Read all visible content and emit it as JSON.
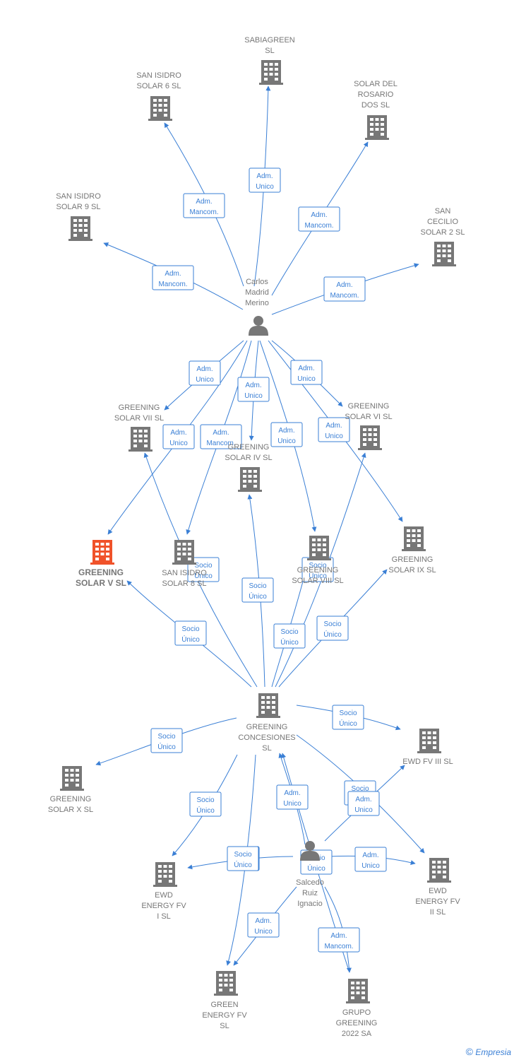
{
  "colors": {
    "edge": "#3a7fd5",
    "node": "#777777",
    "focus": "#f0522a"
  },
  "footer": {
    "symbol": "©",
    "brand": "Empresia"
  },
  "nodes": [
    {
      "id": "sabiagreen",
      "type": "company",
      "lines": [
        "SABIAGREEN",
        "SL"
      ]
    },
    {
      "id": "sanisidro6",
      "type": "company",
      "lines": [
        "SAN ISIDRO",
        "SOLAR 6  SL"
      ]
    },
    {
      "id": "solarrosario",
      "type": "company",
      "lines": [
        "SOLAR DEL",
        "ROSARIO",
        "DOS  SL"
      ]
    },
    {
      "id": "sanisidro9",
      "type": "company",
      "lines": [
        "SAN ISIDRO",
        "SOLAR 9  SL"
      ]
    },
    {
      "id": "sancecilio",
      "type": "company",
      "lines": [
        "SAN",
        "CECILIO",
        "SOLAR 2  SL"
      ]
    },
    {
      "id": "carlos",
      "type": "person",
      "lines": [
        "Carlos",
        "Madrid",
        "Merino"
      ]
    },
    {
      "id": "gsvii",
      "type": "company",
      "lines": [
        "GREENING",
        "SOLAR VII  SL"
      ]
    },
    {
      "id": "gsvi",
      "type": "company",
      "lines": [
        "GREENING",
        "SOLAR VI  SL"
      ]
    },
    {
      "id": "gsiv",
      "type": "company",
      "lines": [
        "GREENING",
        "SOLAR IV  SL"
      ]
    },
    {
      "id": "gsv",
      "type": "company",
      "focus": true,
      "lines": [
        "GREENING",
        "SOLAR V  SL"
      ]
    },
    {
      "id": "sanisidro8",
      "type": "company",
      "lines": [
        "SAN ISIDRO",
        "SOLAR 8  SL"
      ]
    },
    {
      "id": "gsviii",
      "type": "company",
      "lines": [
        "GREENING",
        "SOLAR VIII  SL"
      ]
    },
    {
      "id": "gsix",
      "type": "company",
      "lines": [
        "GREENING",
        "SOLAR IX  SL"
      ]
    },
    {
      "id": "concesiones",
      "type": "company",
      "lines": [
        "GREENING",
        "CONCESIONES",
        "SL"
      ]
    },
    {
      "id": "ewdfv3",
      "type": "company",
      "lines": [
        "EWD FV III  SL"
      ]
    },
    {
      "id": "gsx",
      "type": "company",
      "lines": [
        "GREENING",
        "SOLAR X  SL"
      ]
    },
    {
      "id": "ewdfv1",
      "type": "company",
      "lines": [
        "EWD",
        "ENERGY FV",
        "I  SL"
      ]
    },
    {
      "id": "ewdfv2",
      "type": "company",
      "lines": [
        "EWD",
        "ENERGY FV",
        "II  SL"
      ]
    },
    {
      "id": "salcedo",
      "type": "person",
      "lines": [
        "Salcedo",
        "Ruiz",
        "Ignacio"
      ]
    },
    {
      "id": "greenfv",
      "type": "company",
      "lines": [
        "GREEN",
        "ENERGY FV",
        "SL"
      ]
    },
    {
      "id": "grupo",
      "type": "company",
      "lines": [
        "GRUPO",
        "GREENING",
        "2022 SA"
      ]
    }
  ],
  "edges": [
    {
      "id": "e1",
      "from": "carlos",
      "to": "sabiagreen",
      "label": [
        "Adm.",
        "Unico"
      ]
    },
    {
      "id": "e2",
      "from": "carlos",
      "to": "sanisidro6",
      "label": [
        "Adm.",
        "Mancom."
      ]
    },
    {
      "id": "e3",
      "from": "carlos",
      "to": "solarrosario",
      "label": [
        "Adm.",
        "Mancom."
      ]
    },
    {
      "id": "e4",
      "from": "carlos",
      "to": "sanisidro9",
      "label": [
        "Adm.",
        "Mancom."
      ]
    },
    {
      "id": "e5",
      "from": "carlos",
      "to": "sancecilio",
      "label": [
        "Adm.",
        "Mancom."
      ]
    },
    {
      "id": "e6",
      "from": "carlos",
      "to": "gsvii",
      "label": [
        "Adm.",
        "Unico"
      ]
    },
    {
      "id": "e7",
      "from": "carlos",
      "to": "gsiv",
      "label": [
        "Adm.",
        "Unico"
      ]
    },
    {
      "id": "e8",
      "from": "carlos",
      "to": "gsvi",
      "label": [
        "Adm.",
        "Unico"
      ]
    },
    {
      "id": "e9",
      "from": "carlos",
      "to": "gsv",
      "label": [
        "Adm.",
        "Unico"
      ]
    },
    {
      "id": "e10",
      "from": "carlos",
      "to": "sanisidro8",
      "label": [
        "Adm.",
        "Mancom."
      ]
    },
    {
      "id": "e11",
      "from": "carlos",
      "to": "gsviii",
      "label": [
        "Adm.",
        "Unico"
      ]
    },
    {
      "id": "e12",
      "from": "carlos",
      "to": "gsix",
      "label": [
        "Adm.",
        "Unico"
      ]
    },
    {
      "id": "e13",
      "from": "concesiones",
      "to": "gsv",
      "label": [
        "Socio",
        "Único"
      ]
    },
    {
      "id": "e14",
      "from": "concesiones",
      "to": "gsvii",
      "label": [
        "Socio",
        "Único"
      ]
    },
    {
      "id": "e15",
      "from": "concesiones",
      "to": "gsiv",
      "label": [
        "Socio",
        "Único"
      ]
    },
    {
      "id": "e16",
      "from": "concesiones",
      "to": "gsviii",
      "label": [
        "Socio",
        "Único"
      ]
    },
    {
      "id": "e17",
      "from": "concesiones",
      "to": "gsvi",
      "label": [
        "Socio",
        "Único"
      ]
    },
    {
      "id": "e18",
      "from": "concesiones",
      "to": "gsix",
      "label": [
        "Socio",
        "Único"
      ]
    },
    {
      "id": "e19",
      "from": "concesiones",
      "to": "ewdfv3",
      "label": [
        "Socio",
        "Único"
      ]
    },
    {
      "id": "e20",
      "from": "concesiones",
      "to": "gsx",
      "label": [
        "Socio",
        "Único"
      ]
    },
    {
      "id": "e21",
      "from": "concesiones",
      "to": "ewdfv1",
      "label": [
        "Socio",
        "Único"
      ]
    },
    {
      "id": "e22",
      "from": "concesiones",
      "to": "greenfv",
      "label": [
        "Socio",
        "Único"
      ]
    },
    {
      "id": "e23",
      "from": "concesiones",
      "to": "ewdfv2",
      "label": [
        "Socio",
        "Único"
      ]
    },
    {
      "id": "e24",
      "from": "salcedo",
      "to": "concesiones",
      "label": [
        "Adm.",
        "Unico"
      ]
    },
    {
      "id": "e25",
      "from": "salcedo",
      "to": "ewdfv3",
      "label": [
        "Adm.",
        "Unico"
      ]
    },
    {
      "id": "e26",
      "from": "salcedo",
      "to": "ewdfv1",
      "label": [
        "Socio",
        "Único"
      ]
    },
    {
      "id": "e27",
      "from": "salcedo",
      "to": "ewdfv2",
      "label": [
        "Adm.",
        "Unico"
      ]
    },
    {
      "id": "e28",
      "from": "salcedo",
      "to": "greenfv",
      "label": [
        "Adm.",
        "Unico"
      ]
    },
    {
      "id": "e29",
      "from": "salcedo",
      "to": "grupo",
      "label": [
        "Adm.",
        "Mancom."
      ]
    },
    {
      "id": "e30",
      "from": "grupo",
      "to": "concesiones",
      "label": [
        "Socio",
        "Único"
      ]
    }
  ]
}
